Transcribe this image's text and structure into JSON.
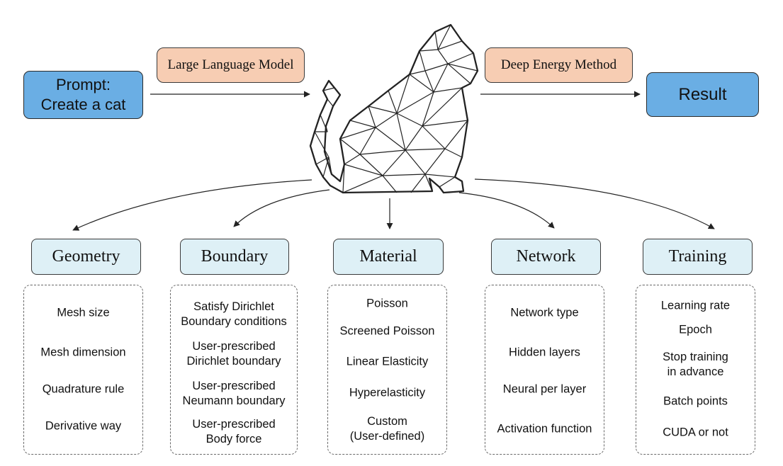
{
  "prompt_box": {
    "label": "Prompt:\nCreate a cat"
  },
  "llm_label": "Large Language Model",
  "dem_label": "Deep Energy Method",
  "result_box": {
    "label": "Result"
  },
  "colors": {
    "blue_box": "#6aaee4",
    "peach_box": "#f7cdb3",
    "category_box": "#def0f6",
    "stroke": "#222222"
  },
  "categories": [
    {
      "name": "Geometry",
      "items": [
        "Mesh size",
        "Mesh dimension",
        "Quadrature rule",
        "Derivative way"
      ]
    },
    {
      "name": "Boundary",
      "items": [
        "Satisfy Dirichlet\nBoundary conditions",
        "User-prescribed\nDirichlet boundary",
        "User-prescribed\nNeumann boundary",
        "User-prescribed\nBody force"
      ]
    },
    {
      "name": "Material",
      "items": [
        "Poisson",
        "Screened Poisson",
        "Linear Elasticity",
        "Hyperelasticity",
        "Custom\n(User-defined)"
      ]
    },
    {
      "name": "Network",
      "items": [
        "Network type",
        "Hidden layers",
        "Neural per layer",
        "Activation function"
      ]
    },
    {
      "name": "Training",
      "items": [
        "Learning rate",
        "Epoch",
        "Stop training\nin advance",
        "Batch points",
        "CUDA or not"
      ]
    }
  ]
}
